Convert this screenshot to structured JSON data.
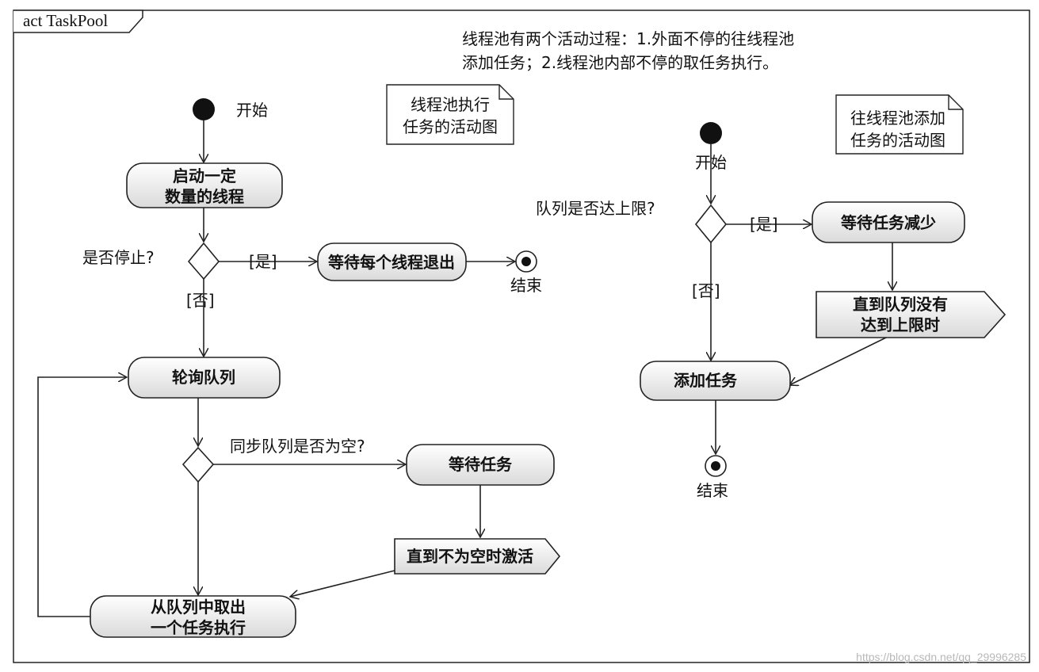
{
  "frame": {
    "title": "act TaskPool"
  },
  "header_note": {
    "line1": "线程池有两个活动过程：1.外面不停的往线程池",
    "line2": "添加任务；2.线程池内部不停的取任务执行。"
  },
  "left_diagram": {
    "note": {
      "line1": "线程池执行",
      "line2": "任务的活动图"
    },
    "start_label": "开始",
    "start_threads": {
      "line1": "启动一定",
      "line2": "数量的线程"
    },
    "stop_question": "是否停止?",
    "yes_guard": "[是]",
    "no_guard": "[否]",
    "wait_threads_exit": "等待每个线程退出",
    "end_label": "结束",
    "poll_queue": "轮询队列",
    "queue_empty_question": "同步队列是否为空?",
    "wait_task": "等待任务",
    "activate_signal": "直到不为空时激活",
    "take_task": {
      "line1": "从队列中取出",
      "line2": "一个任务执行"
    }
  },
  "right_diagram": {
    "note": {
      "line1": "往线程池添加",
      "line2": "任务的活动图"
    },
    "start_label": "开始",
    "limit_question": "队列是否达上限?",
    "yes_guard": "[是]",
    "no_guard": "[否]",
    "wait_decrease": "等待任务减少",
    "until_signal": {
      "line1": "直到队列没有",
      "line2": "达到上限时"
    },
    "add_task": "添加任务",
    "end_label": "结束"
  },
  "watermark": "https://blog.csdn.net/qq_29996285"
}
